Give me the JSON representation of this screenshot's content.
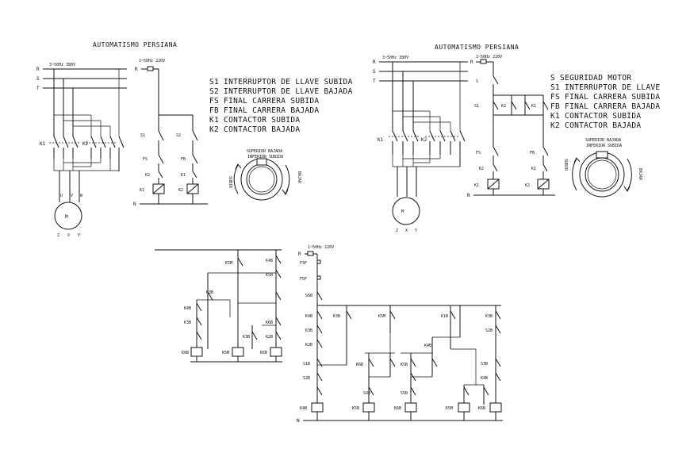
{
  "diagram_1": {
    "title": "AUTOMATISMO PERSIANA",
    "phases": [
      "R",
      "S",
      "T"
    ],
    "supply_label": "3~50Hz 380V",
    "control_supply_label": "1~50Hz 220V",
    "neutral_label": "N",
    "legend": [
      "S1 INTERRUPTOR DE LLAVE SUBIDA",
      "S2 INTERRUPTOR DE LLAVE BAJADA",
      "FS FINAL CARRERA SUBIDA",
      "FB FINAL CARRERA BAJADA",
      "K1 CONTACTOR SUBIDA",
      "K2 CONTACTOR BAJADA"
    ],
    "labels": {
      "k1": "K1",
      "k2": "K2",
      "s1": "S1",
      "s2": "S2",
      "fs": "FS",
      "fb": "FB",
      "motor": "M",
      "drum_top": "SUPERIOR BAJADA",
      "drum_bottom": "INFERIOR SUBIDA",
      "drum_left": "SUBIR",
      "drum_right": "BAJAR"
    }
  },
  "diagram_2": {
    "title": "AUTOMATISMO PERSIANA",
    "phases": [
      "R",
      "S",
      "T"
    ],
    "supply_label": "3~50Hz 380V",
    "control_supply_label": "1~50Hz 220V",
    "legend": [
      "S SEGURIDAD MOTOR",
      "S1 INTERRUPTOR DE LLAVE",
      "FS FINAL CARRERA SUBIDA",
      "FB FINAL CARRERA BAJADA",
      "K1 CONTACTOR SUBIDA",
      "K2 CONTACTOR BAJADA"
    ],
    "labels": {
      "k1": "K1",
      "k2": "K2",
      "s": "S",
      "s1": "S1",
      "fs": "FS",
      "fb": "FB",
      "drum_top": "SUPERIOR BAJADA",
      "drum_bottom": "INFERIOR SUBIDA",
      "drum_left": "SUBIR",
      "drum_right": "BAJAR"
    }
  },
  "diagram_3": {
    "coils": [
      "K6B",
      "K5M",
      "K6B"
    ],
    "contacts": [
      "K5M",
      "K4B",
      "K5B",
      "K3B",
      "K4B",
      "K3B",
      "K6B",
      "K3B",
      "K2B"
    ]
  },
  "diagram_4": {
    "supply_label": "1~50Hz 220V",
    "phase": "R",
    "neutral": "N",
    "top_contacts": [
      "F3F",
      "F5F",
      "S6B"
    ],
    "coils": [
      "K4B",
      "K5B",
      "K6B",
      "K5M",
      "K6B"
    ],
    "contacts": [
      "K4B",
      "K3B",
      "K2B",
      "S1B",
      "S2B",
      "K3B",
      "K5M",
      "K4B",
      "K1B",
      "K3B",
      "S2B",
      "S3B",
      "K4B",
      "K6B",
      "K5B",
      "S4B",
      "S5B"
    ]
  }
}
